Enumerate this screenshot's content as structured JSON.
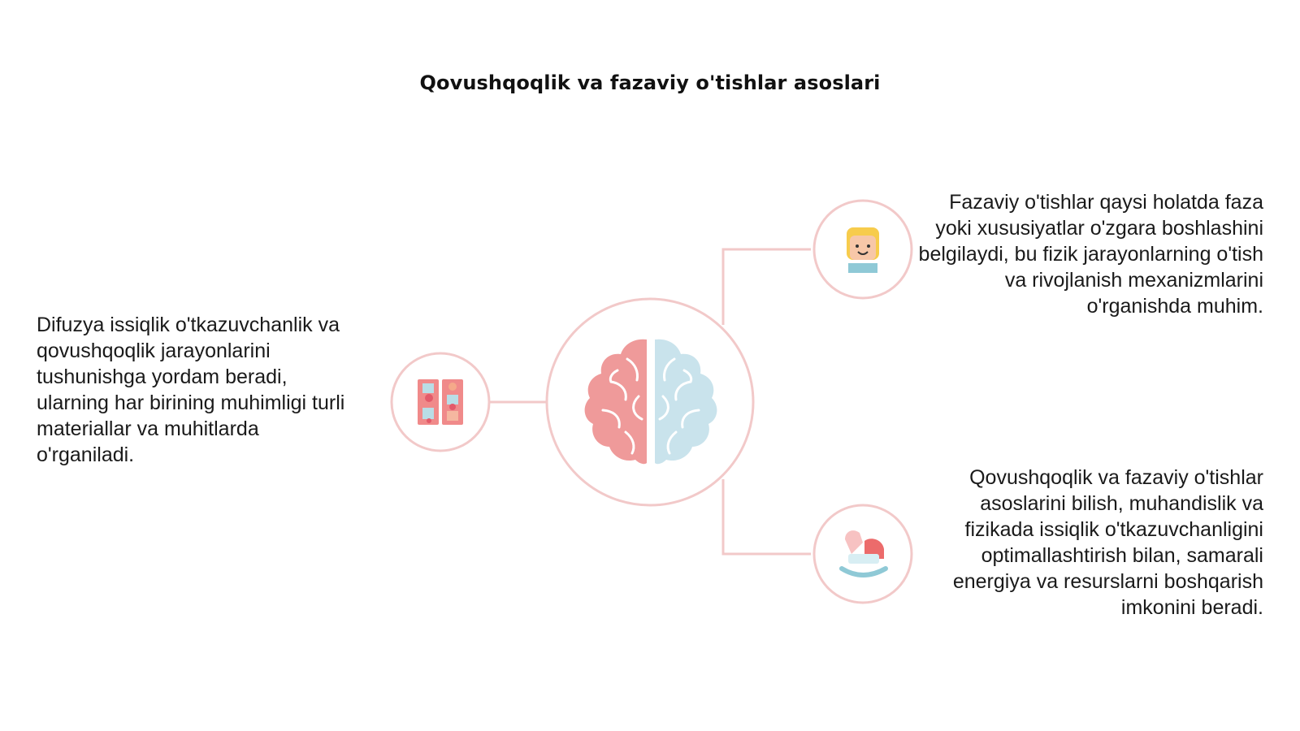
{
  "title": "Qovushqoqlik va fazaviy o'tishlar asoslari",
  "colors": {
    "accent_pink": "#f2c9c9",
    "brain_left": "#ef9a9a",
    "brain_right": "#c9e3ec"
  },
  "center": {
    "icon": "brain-icon"
  },
  "nodes": [
    {
      "id": "left",
      "icon": "puzzle-blocks-icon",
      "text": "Difuzya issiqlik o'tkazuvchanlik va qovushqoqlik jarayonlarini tushunishga yordam beradi, ularning har birining muhimligi turli materiallar va muhitlarda o'rganiladi."
    },
    {
      "id": "top-right",
      "icon": "child-face-icon",
      "text": "Fazaviy o'tishlar qaysi holatda faza yoki xususiyatlar o'zgara boshlashini belgilaydi, bu fizik jarayonlarning o'tish va rivojlanish mexanizmlarini o'rganishda muhim."
    },
    {
      "id": "bottom-right",
      "icon": "rocking-horse-icon",
      "text": "Qovushqoqlik va fazaviy o'tishlar asoslarini bilish, muhandislik va fizikada issiqlik o'tkazuvchanligini optimallashtirish bilan, samarali energiya va resurslarni boshqarish imkonini beradi."
    }
  ]
}
